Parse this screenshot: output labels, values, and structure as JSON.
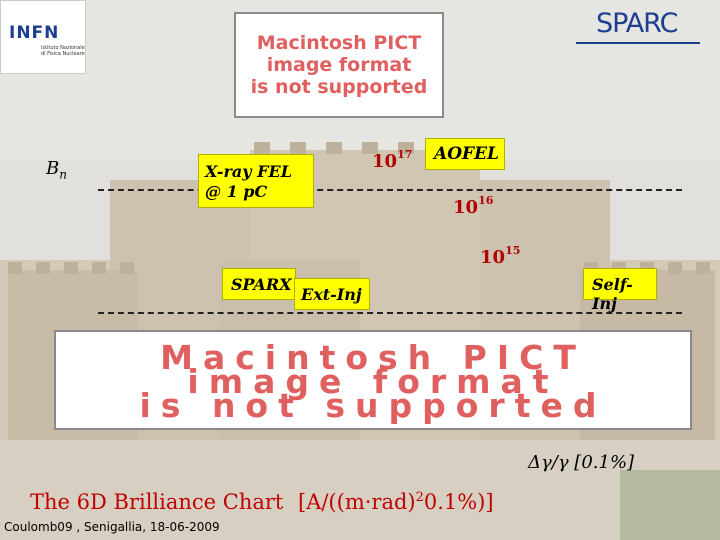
{
  "logos": {
    "infn_text": "INFN",
    "infn_subtitle": "Istituto Nazionale di Fisica Nucleare",
    "sparc_text": "SPARC"
  },
  "placeholders": {
    "top_lines": [
      "Macintosh PICT",
      "image format",
      "is not supported"
    ],
    "bottom_lines": [
      "Macintosh PICT",
      "image format",
      "is not supported"
    ]
  },
  "axis": {
    "y_symbol": "B",
    "y_subscript": "n",
    "x_label": "Δγ/γ [0.1%]"
  },
  "boxes": {
    "xray_fel_line1": "X-ray FEL",
    "xray_fel_line2": "@ 1 pC",
    "aofel": "AOFEL",
    "sparx": "SPARX",
    "ext_inj": "Ext-Inj",
    "self_inj": "Self-Inj"
  },
  "levels": {
    "l17_base": "10",
    "l17_exp": "17",
    "l16_base": "10",
    "l16_exp": "16",
    "l15_base": "10",
    "l15_exp": "15"
  },
  "footer": {
    "title": "The 6D Brilliance Chart",
    "unit_a": "[A/((m·rad)",
    "unit_exp": "2",
    "unit_b": "0.1%)]",
    "credit": "Coulomb09 , Senigallia, 18-06-2009"
  }
}
